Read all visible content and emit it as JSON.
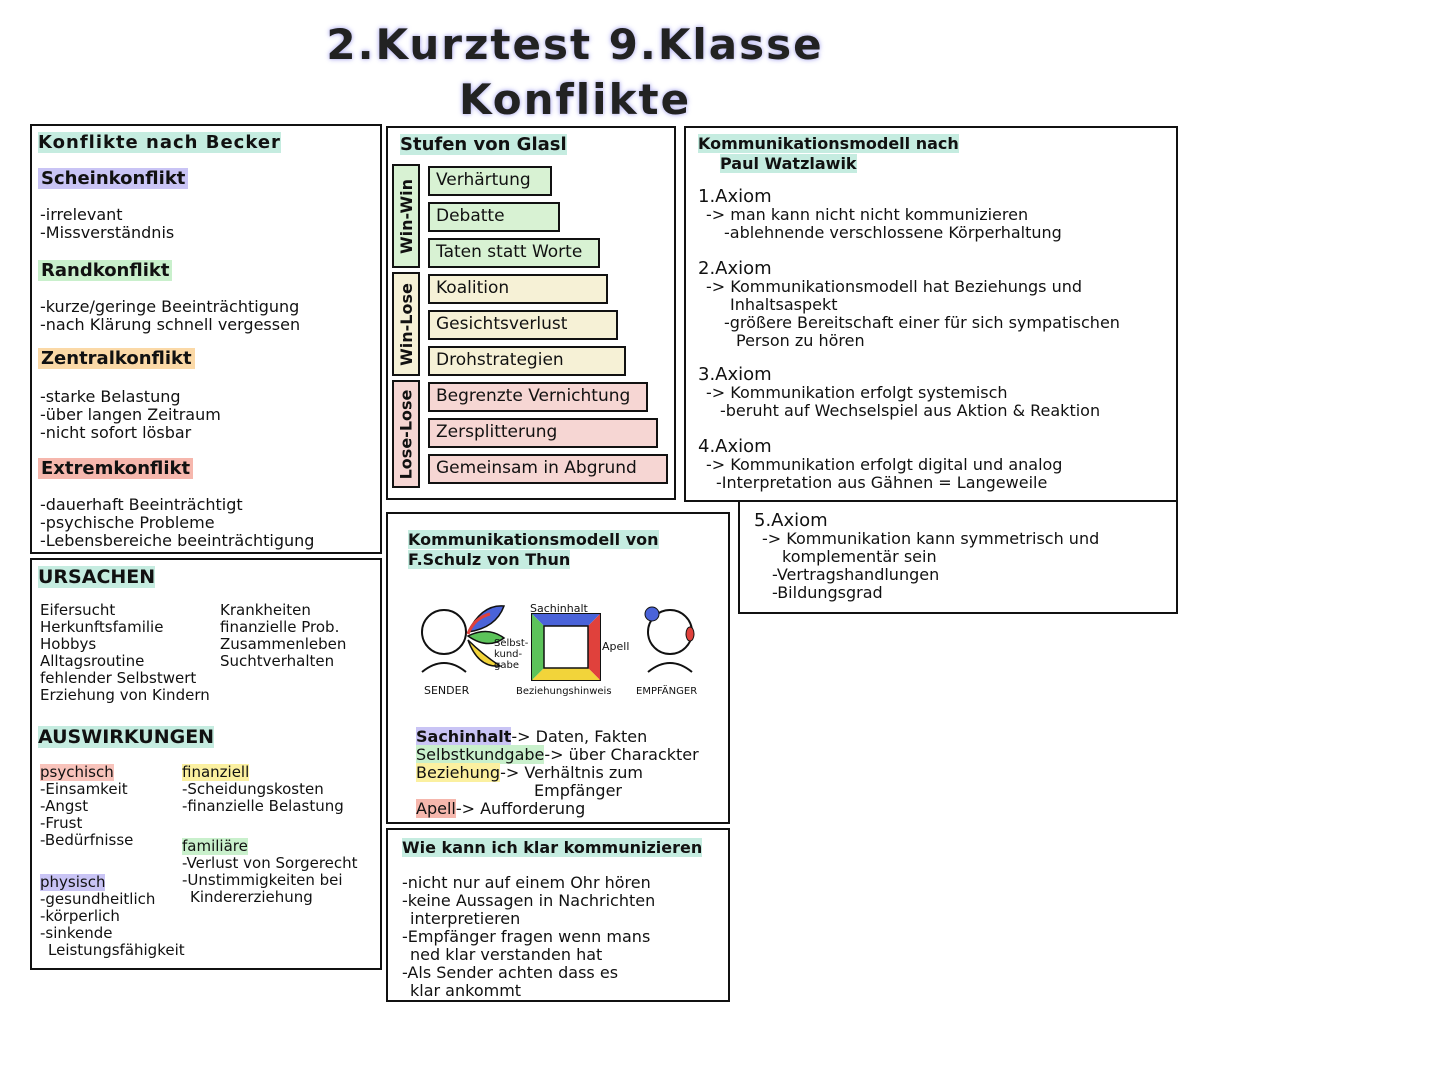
{
  "title_line1": "2.Kurztest 9.Klasse",
  "title_line2": "Konflikte",
  "becker": {
    "heading": "Konflikte nach Becker",
    "schein": "Scheinkonflikt",
    "schein_items": [
      "-irrelevant",
      "-Missverständnis"
    ],
    "rand": "Randkonflikt",
    "rand_items": [
      "-kurze/geringe Beeinträchtigung",
      "-nach Klärung schnell vergessen"
    ],
    "zentral": "Zentralkonflikt",
    "zentral_items": [
      "-starke Belastung",
      "-über langen Zeitraum",
      "-nicht sofort lösbar"
    ],
    "extrem": "Extremkonflikt",
    "extrem_items": [
      "-dauerhaft Beeinträchtigt",
      "-psychische Probleme",
      "-Lebensbereiche beeinträchtigung"
    ]
  },
  "ursachen": {
    "heading": "URSACHEN",
    "left": [
      "Eifersucht",
      "Herkunftsfamilie",
      "Hobbys",
      "Alltagsroutine",
      "fehlender Selbstwert",
      "Erziehung von Kindern"
    ],
    "right": [
      "Krankheiten",
      "finanzielle Prob.",
      "Zusammenleben",
      "Suchtverhalten"
    ],
    "auswirkungen_heading": "AUSWIRKUNGEN",
    "psychisch": "psychisch",
    "psychisch_items": [
      "-Einsamkeit",
      "-Angst",
      "-Frust",
      "-Bedürfnisse"
    ],
    "physisch": "physisch",
    "physisch_items": [
      "-gesundheitlich",
      "-körperlich",
      "-sinkende",
      "Leistungsfähigkeit"
    ],
    "finanziell": "finanziell",
    "finanziell_items": [
      "-Scheidungskosten",
      "-finanzielle Belastung"
    ],
    "familiaere": "familiäre",
    "familiaere_items": [
      "-Verlust von Sorgerecht",
      "-Unstimmigkeiten bei",
      "Kindererziehung"
    ]
  },
  "glasl": {
    "heading": "Stufen von Glasl",
    "winwin": "Win-Win",
    "winlose": "Win-Lose",
    "loselose": "Lose-Lose",
    "steps": [
      "Verhärtung",
      "Debatte",
      "Taten statt Worte",
      "Koalition",
      "Gesichtsverlust",
      "Drohstrategien",
      "Begrenzte Vernichtung",
      "Zersplitterung",
      "Gemeinsam in Abgrund"
    ]
  },
  "watzlawick": {
    "heading1": "Kommunikationsmodell nach",
    "heading2": "Paul Watzlawik",
    "a1": "1.Axiom",
    "a1_items": [
      "-> man kann nicht nicht kommunizieren",
      "-ablehnende verschlossene Körperhaltung"
    ],
    "a2": "2.Axiom",
    "a2_items": [
      "-> Kommunikationsmodell hat Beziehungs und",
      "Inhaltsaspekt",
      "-größere Bereitschaft einer für sich sympatischen",
      "Person zu hören"
    ],
    "a3": "3.Axiom",
    "a3_items": [
      "-> Kommunikation erfolgt systemisch",
      "-beruht auf Wechselspiel aus Aktion & Reaktion"
    ],
    "a4": "4.Axiom",
    "a4_items": [
      "-> Kommunikation erfolgt digital und analog",
      "-Interpretation aus Gähnen = Langeweile"
    ],
    "a5": "5.Axiom",
    "a5_items": [
      "-> Kommunikation kann symmetrisch und",
      "komplementär sein",
      "-Vertragshandlungen",
      "-Bildungsgrad"
    ]
  },
  "thun": {
    "heading1": "Kommunikationsmodell von",
    "heading2": "F.Schulz von Thun",
    "sachinhalt_lbl": "Sachinhalt",
    "apell_lbl": "Apell",
    "selbst_lbl": "Selbst-kund-gabe",
    "beziehung_lbl": "Beziehungshinweis",
    "sender": "SENDER",
    "empfaenger": "EMPFÄNGER",
    "sachinhalt": "Sachinhalt",
    "sachinhalt_txt": "-> Daten, Fakten",
    "selbstkundgabe": "Selbstkundgabe",
    "selbstkundgabe_txt": "-> über Charackter",
    "beziehung": "Beziehung",
    "beziehung_txt": "-> Verhältnis zum",
    "beziehung_txt2": "Empfänger",
    "apell": "Apell",
    "apell_txt": "-> Aufforderung"
  },
  "klar": {
    "heading": "Wie kann ich klar kommunizieren",
    "items": [
      "-nicht nur auf einem Ohr hören",
      "-keine Aussagen in Nachrichten",
      "interpretieren",
      "-Empfänger fragen wenn mans",
      "ned klar verstanden hat",
      "-Als Sender achten dass es",
      "klar ankommt"
    ]
  },
  "colors": {
    "blue": "#c9c4f5",
    "green": "#c9f0cc",
    "orange": "#fbd9a7",
    "red": "#f6b7ad",
    "sq_blue": "#4a63d9",
    "sq_green": "#5cc35a",
    "sq_yellow": "#f2d43a",
    "sq_red": "#e0413c"
  }
}
